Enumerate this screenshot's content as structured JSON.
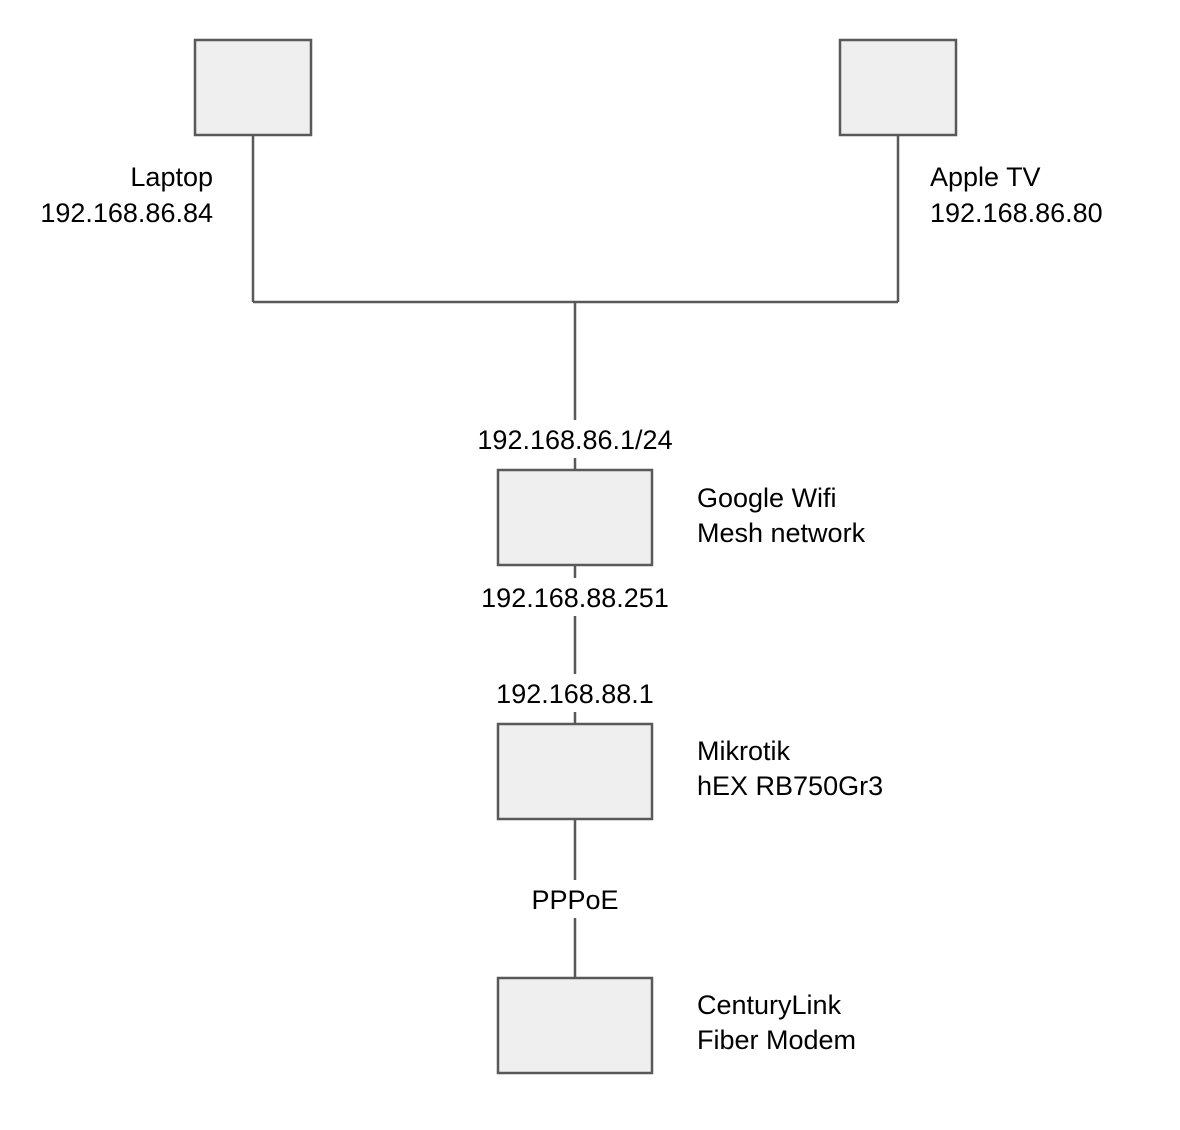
{
  "nodes": {
    "laptop": {
      "line1": "Laptop",
      "line2": "192.168.86.84"
    },
    "apple_tv": {
      "line1": "Apple TV",
      "line2": "192.168.86.80"
    },
    "google_wifi": {
      "line1": "Google Wifi",
      "line2": "Mesh network"
    },
    "mikrotik": {
      "line1": "Mikrotik",
      "line2": "hEX RB750Gr3"
    },
    "modem": {
      "line1": "CenturyLink",
      "line2": "Fiber Modem"
    }
  },
  "links": {
    "wifi_lan": "192.168.86.1/24",
    "wifi_wan": "192.168.88.251",
    "router_lan": "192.168.88.1",
    "modem_link": "PPPoE"
  }
}
